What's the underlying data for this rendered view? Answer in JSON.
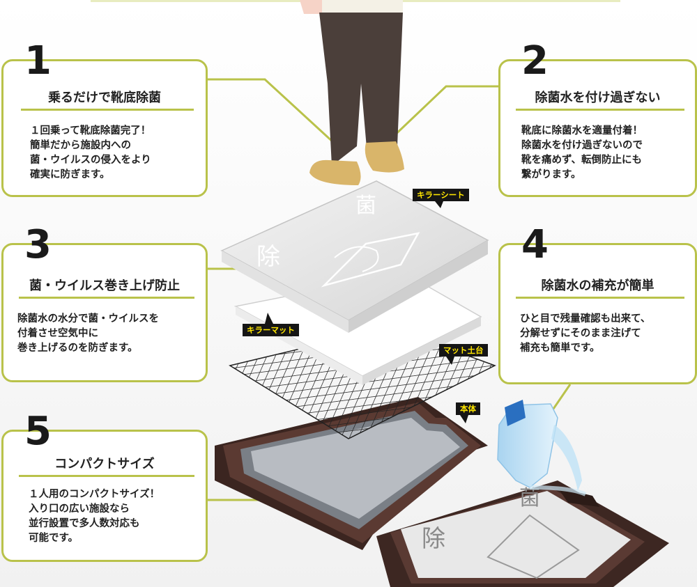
{
  "features": [
    {
      "number": "1",
      "title": "乗るだけで靴底除菌",
      "lines": [
        "１回乗って靴底除菌完了！",
        "簡単だから施設内への",
        "菌・ウイルスの侵入をより",
        "確実に防ぎます。"
      ]
    },
    {
      "number": "2",
      "title": "除菌水を付け過ぎない",
      "lines": [
        "靴底に除菌水を適量付着！",
        "除菌水を付け過ぎないので",
        "靴を痛めず、転倒防止にも",
        "繋がります。"
      ]
    },
    {
      "number": "3",
      "title": "菌・ウイルス巻き上げ防止",
      "lines": [
        "除菌水の水分で菌・ウイルスを",
        "付着させ空気中に",
        "巻き上げるのを防ぎます。"
      ]
    },
    {
      "number": "4",
      "title": "除菌水の補充が簡単",
      "lines": [
        "ひと目で残量確認も出来て、",
        "分解せずにそのまま注げて",
        "補充も簡単です。"
      ]
    },
    {
      "number": "5",
      "title": "コンパクトサイズ",
      "lines": [
        "１人用のコンパクトサイズ！",
        "入り口の広い施設なら",
        "並行設置で多人数対応も",
        "可能です。"
      ]
    }
  ],
  "parts": {
    "sheet": "キラーシート",
    "mat": "キラーマット",
    "base": "マット土台",
    "body": "本体"
  },
  "sheet_text": {
    "char1": "除",
    "char2": "菌"
  },
  "colors": {
    "accent": "#b9c24a",
    "tag_bg": "#151515",
    "tag_text": "#ffe600",
    "tray": "#4a2e28"
  },
  "icons": {
    "person": "person-standing-icon",
    "water_jug": "water-jug-icon"
  }
}
